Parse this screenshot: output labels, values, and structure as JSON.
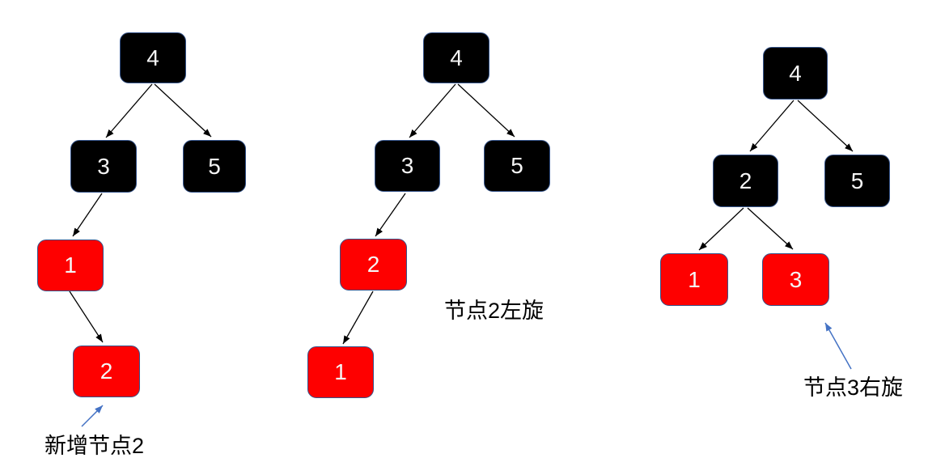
{
  "colors": {
    "background": "#ffffff",
    "node_black_fill": "#000000",
    "node_red_fill": "#fe0000",
    "node_border": "#35548b",
    "node_text": "#f5f5f5",
    "edge": "#000000",
    "annotation_arrow": "#4472c4",
    "caption_text": "#000000"
  },
  "diagram_type": "red-black tree insertion and rotation steps",
  "trees": [
    {
      "name": "step-1-after-insert",
      "nodes": [
        {
          "label": "4",
          "color": "black"
        },
        {
          "label": "3",
          "color": "black"
        },
        {
          "label": "5",
          "color": "black"
        },
        {
          "label": "1",
          "color": "red"
        },
        {
          "label": "2",
          "color": "red"
        }
      ],
      "edges": [
        [
          "4",
          "3"
        ],
        [
          "4",
          "5"
        ],
        [
          "3",
          "1"
        ],
        [
          "1",
          "2"
        ]
      ],
      "annotation": {
        "text": "新增节点2",
        "arrow": true,
        "arrow_points_to": "2"
      }
    },
    {
      "name": "step-2-after-left-rotation",
      "nodes": [
        {
          "label": "4",
          "color": "black"
        },
        {
          "label": "3",
          "color": "black"
        },
        {
          "label": "5",
          "color": "black"
        },
        {
          "label": "2",
          "color": "red"
        },
        {
          "label": "1",
          "color": "red"
        }
      ],
      "edges": [
        [
          "4",
          "3"
        ],
        [
          "4",
          "5"
        ],
        [
          "3",
          "2"
        ],
        [
          "2",
          "1"
        ]
      ],
      "annotation": {
        "text": "节点2左旋",
        "arrow": false
      }
    },
    {
      "name": "step-3-after-right-rotation",
      "nodes": [
        {
          "label": "4",
          "color": "black"
        },
        {
          "label": "2",
          "color": "black"
        },
        {
          "label": "5",
          "color": "black"
        },
        {
          "label": "1",
          "color": "red"
        },
        {
          "label": "3",
          "color": "red"
        }
      ],
      "edges": [
        [
          "4",
          "2"
        ],
        [
          "4",
          "5"
        ],
        [
          "2",
          "1"
        ],
        [
          "2",
          "3"
        ]
      ],
      "annotation": {
        "text": "节点3右旋",
        "arrow": true,
        "arrow_points_to": "3"
      }
    }
  ]
}
